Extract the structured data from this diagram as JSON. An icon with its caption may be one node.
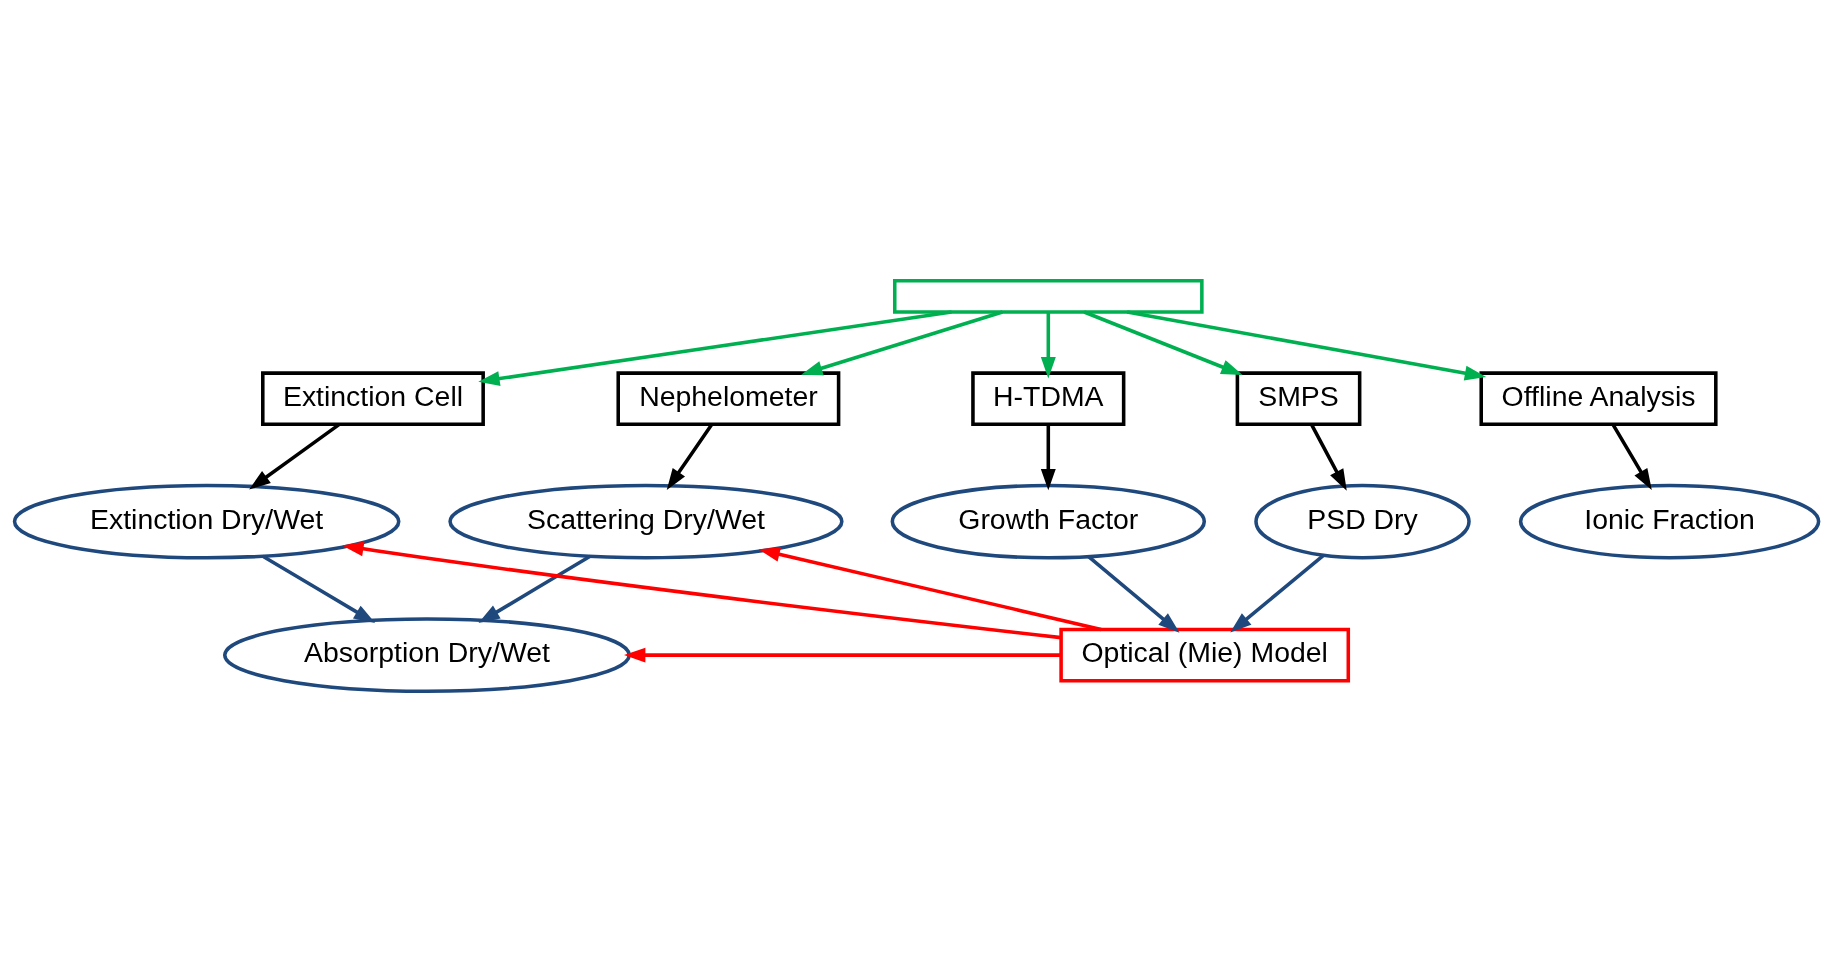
{
  "diagram": {
    "nodes": [
      {
        "text": [],
        "shape": "box"
      },
      {
        "text": [
          "Extinction Cell"
        ]
      },
      {
        "text": [
          "Nephelometer"
        ]
      },
      {
        "text": [
          "H-TDMA"
        ]
      },
      {
        "text": [
          "SMPS"
        ]
      },
      {
        "text": [
          "Offline Analysis"
        ]
      },
      {
        "text": [
          "Extinction Dry/Wet"
        ]
      },
      {
        "text": [
          "Scattering Dry/Wet"
        ]
      },
      {
        "text": [
          "Growth Factor"
        ]
      },
      {
        "text": [
          "PSD Dry"
        ]
      },
      {
        "text": [
          "Ionic Fraction"
        ]
      },
      {
        "text": [
          "Absorption Dry/Wet"
        ]
      },
      {
        "text": [
          "Optical (Mie) Model"
        ]
      }
    ],
    "edges": [
      {
        "from": 0,
        "to": 1,
        "arrow": "to",
        "color": "#00b050"
      },
      {
        "from": 0,
        "to": 2,
        "arrow": "to",
        "color": "#00b050"
      },
      {
        "from": 0,
        "to": 3,
        "arrow": "to",
        "color": "#00b050"
      },
      {
        "from": 0,
        "to": 4,
        "arrow": "to",
        "color": "#00b050"
      },
      {
        "from": 0,
        "to": 5,
        "arrow": "to",
        "color": "#00b050"
      },
      {
        "from": 1,
        "to": 6,
        "arrow": "to",
        "color": "#000000"
      },
      {
        "from": 2,
        "to": 7,
        "arrow": "to",
        "color": "#000000"
      },
      {
        "from": 3,
        "to": 8,
        "arrow": "to",
        "color": "#000000"
      },
      {
        "from": 4,
        "to": 9,
        "arrow": "to",
        "color": "#000000"
      },
      {
        "from": 5,
        "to": 10,
        "arrow": "to",
        "color": "#000000"
      },
      {
        "from": 6,
        "to": 11,
        "arrow": "to",
        "color": "#1f497d"
      },
      {
        "from": 7,
        "to": 11,
        "arrow": "to",
        "color": "#1f497d"
      },
      {
        "from": 8,
        "to": 12,
        "arrow": "to",
        "color": "#1f497d"
      },
      {
        "from": 9,
        "to": 12,
        "arrow": "to",
        "color": "#1f497d"
      },
      {
        "from": 12,
        "to": 7,
        "arrow": "to",
        "color": "#ff0000"
      },
      {
        "from": 12,
        "to": 11,
        "arrow": "to",
        "color": "#ff0000"
      },
      {
        "from": 12,
        "to": 6,
        "arrow": "to",
        "color": "#ff0000"
      }
    ]
  }
}
